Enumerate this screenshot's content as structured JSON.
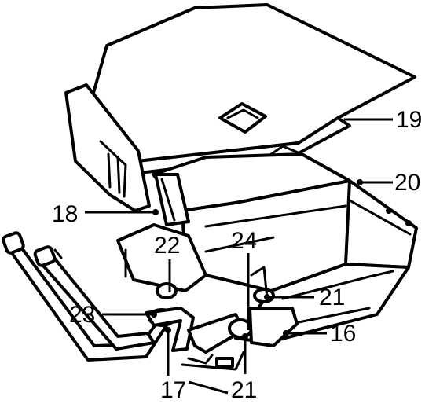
{
  "callouts": {
    "c16": "16",
    "c17": "17",
    "c18": "18",
    "c19": "19",
    "c20": "20",
    "c21a": "21",
    "c21b": "21",
    "c22": "22",
    "c23": "23",
    "c24": "24"
  },
  "colors": {
    "ink": "#000000",
    "paper": "#ffffff"
  }
}
